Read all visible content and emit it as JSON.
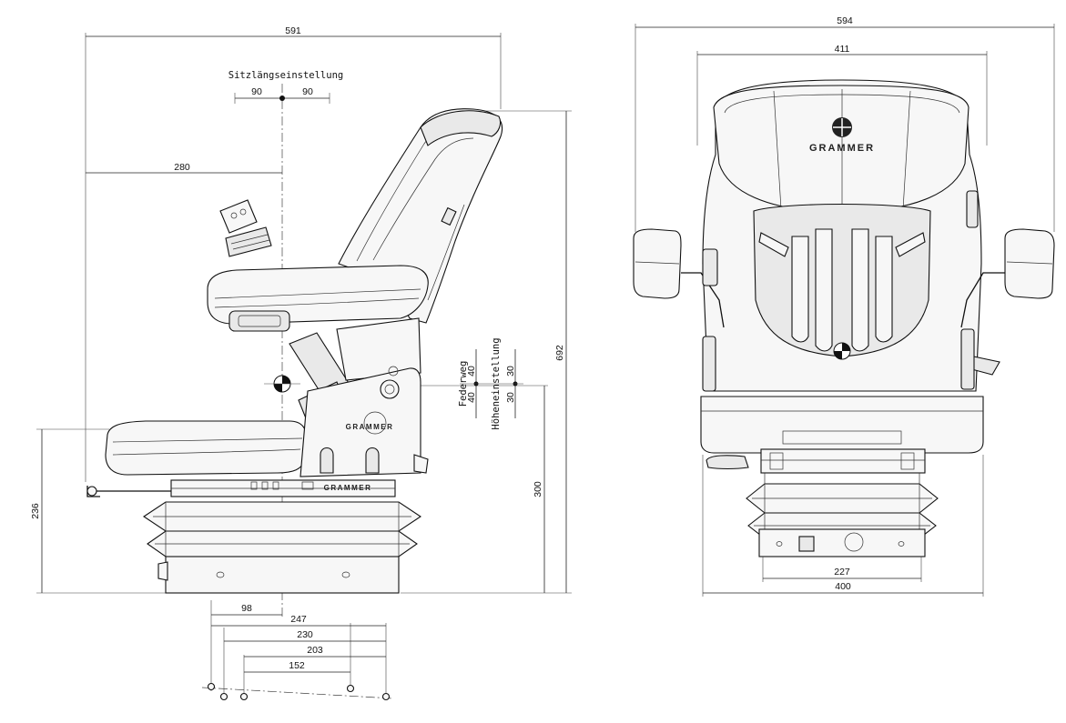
{
  "side_view": {
    "label_seat_adjust": "Sitzlängseinstellung",
    "dim_total_depth": "591",
    "dim_adjust_fwd": "90",
    "dim_adjust_back": "90",
    "dim_280": "280",
    "dim_height_total": "692",
    "dim_height_low": "236",
    "dim_height_300": "300",
    "label_suspension": "Federweg",
    "label_height_adjust": "Höheneinstellung",
    "dim_travel_a": "40",
    "dim_travel_b": "40",
    "dim_height_a": "30",
    "dim_height_b": "30",
    "dim_98": "98",
    "dim_247": "247",
    "dim_230": "230",
    "dim_203": "203",
    "dim_152": "152",
    "brand": "GRAMMER"
  },
  "front_view": {
    "dim_total_width": "594",
    "dim_backrest_width": "411",
    "dim_base_227": "227",
    "dim_base_400": "400",
    "brand": "GRAMMER"
  }
}
